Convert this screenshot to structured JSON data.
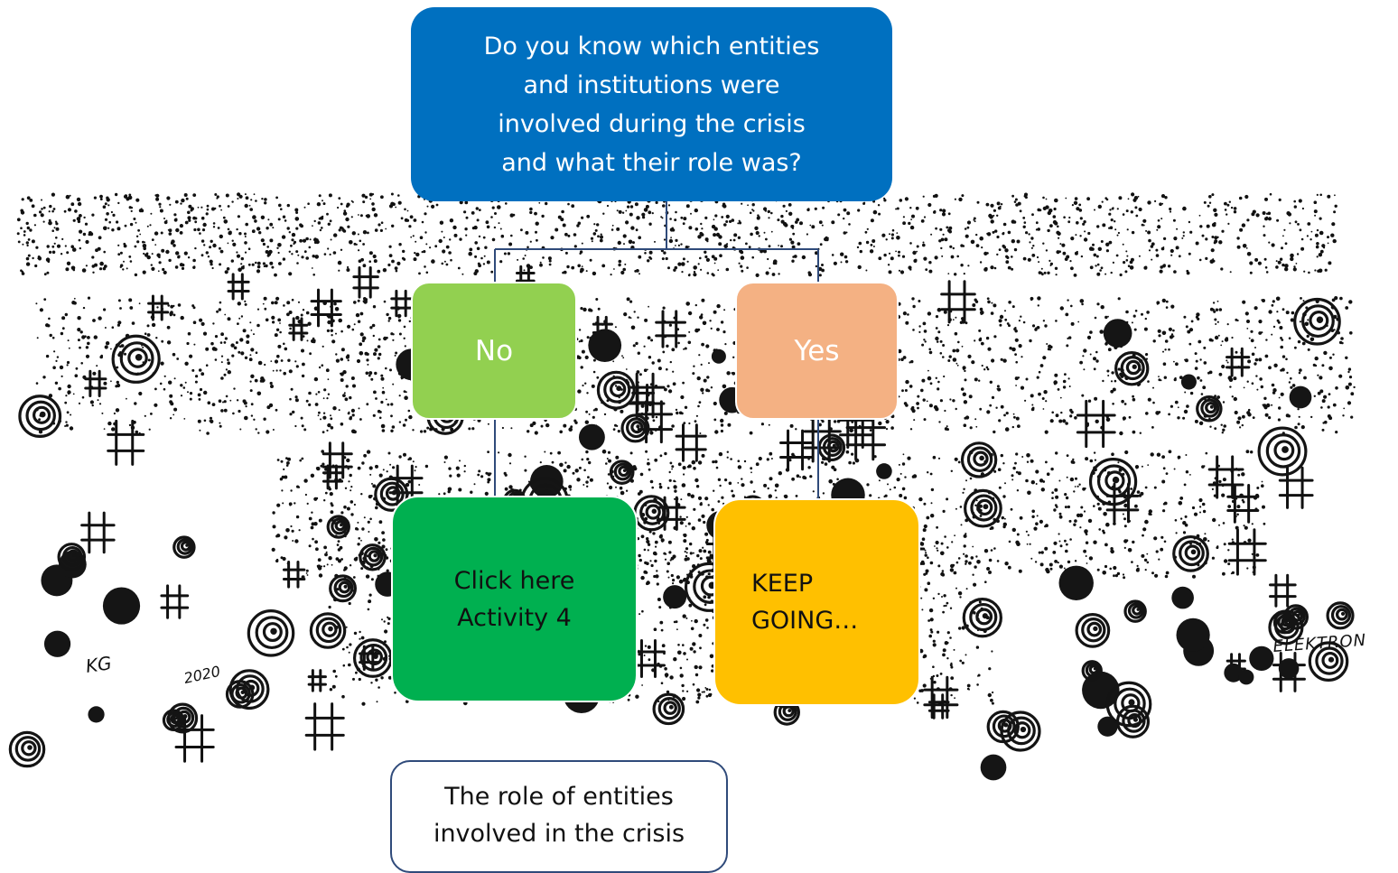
{
  "flowchart": {
    "question": "Do you know which entities\nand institutions were\ninvolved during the crisis\nand what their role was?",
    "no_label": "No",
    "yes_label": "Yes",
    "no_action": "Click here\nActivity 4",
    "yes_action": "KEEP\nGOING…",
    "footer_link": "The role of entities\ninvolved in the crisis"
  },
  "colors": {
    "question_fill": "#0070c0",
    "no_fill": "#92d050",
    "yes_fill": "#f4b183",
    "no_action_fill": "#00b050",
    "yes_action_fill": "#ffc000",
    "connector": "#2f4a7a"
  },
  "artwork": {
    "style": "black ink doodle of circles, dots and hatch marks",
    "signature": "KG 2020",
    "artist_tag": "ELEKTRON"
  }
}
